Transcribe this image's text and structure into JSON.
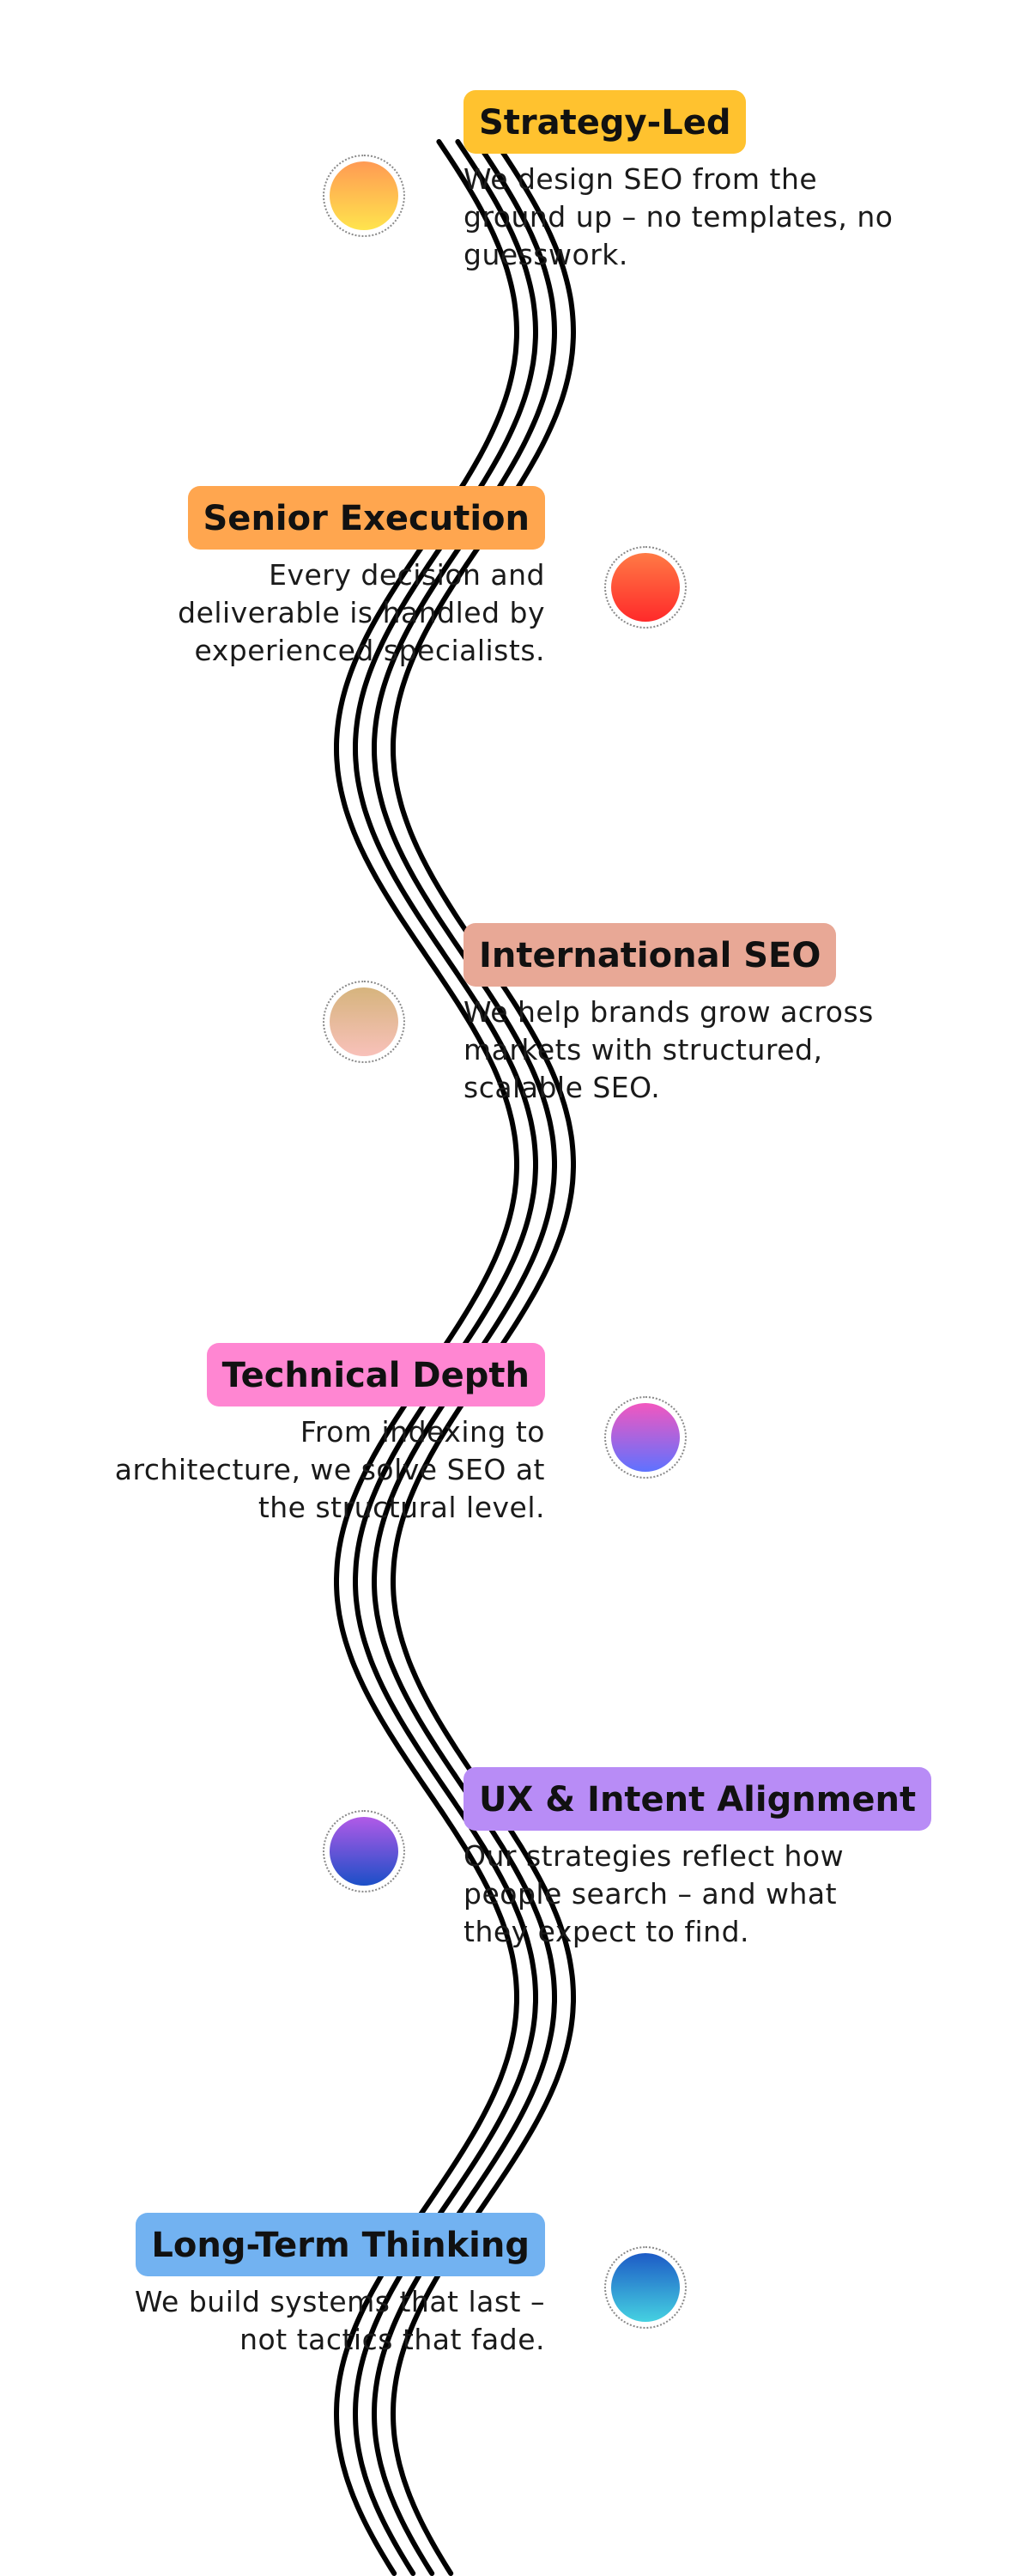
{
  "steps": [
    {
      "title": "Strategy-Led",
      "desc_lines": [
        "We design SEO from the",
        "ground up – no templates, no",
        "guesswork."
      ],
      "label_color": "#ffc22f",
      "dot_colors": [
        "#ff9a53",
        "#ffe44d"
      ],
      "side": "right"
    },
    {
      "title": "Senior Execution",
      "desc_lines": [
        "Every decision and",
        "deliverable is handled by",
        "experienced specialists."
      ],
      "label_color": "#ffa64f",
      "dot_colors": [
        "#ff7a45",
        "#ff2a2a"
      ],
      "side": "left"
    },
    {
      "title": "International SEO",
      "desc_lines": [
        "We help brands grow across",
        "markets with structured,",
        "scalable SEO."
      ],
      "label_color": "#e8a896",
      "dot_colors": [
        "#d6b47d",
        "#f8c1ba"
      ],
      "side": "right"
    },
    {
      "title": "Technical Depth",
      "desc_lines": [
        "From indexing to",
        "architecture, we solve SEO at",
        "the structural level."
      ],
      "label_color": "#ff86d2",
      "dot_colors": [
        "#f257bf",
        "#5e72ff"
      ],
      "side": "left"
    },
    {
      "title": "UX & Intent Alignment",
      "desc_lines": [
        "Our strategies reflect how",
        "people search – and what",
        "they expect to find."
      ],
      "label_color": "#b88cf6",
      "dot_colors": [
        "#b15ae7",
        "#1b4fc7"
      ],
      "side": "right"
    },
    {
      "title": "Long-Term Thinking",
      "desc_lines": [
        "We build systems that last –",
        "not tactics that fade."
      ],
      "label_color": "#72b2f1",
      "dot_colors": [
        "#1d5bc6",
        "#45d1e1"
      ],
      "side": "left"
    }
  ]
}
